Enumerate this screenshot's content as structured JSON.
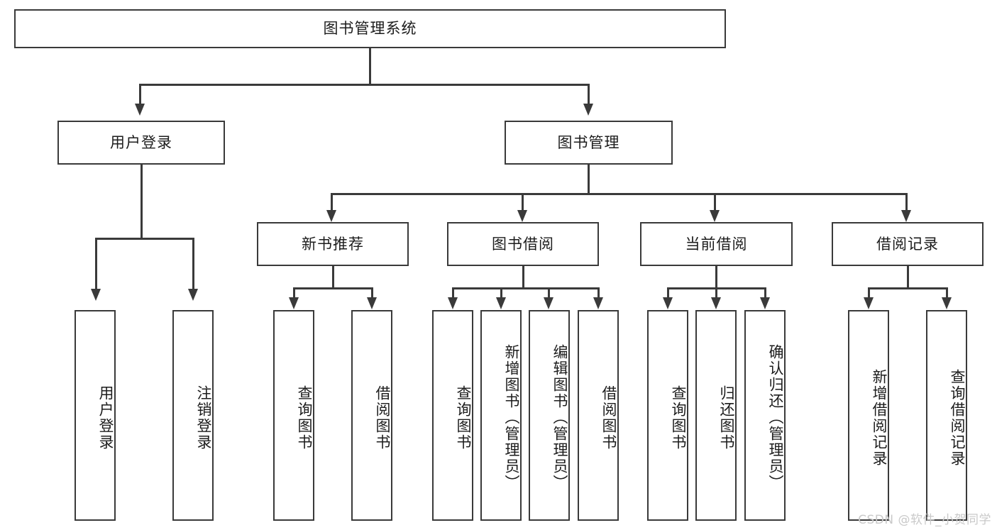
{
  "diagram": {
    "title": "图书管理系统",
    "watermark": "CSDN @软件_小贺同学",
    "colors": {
      "stroke": "#3a3a3a",
      "box_fill": "#ffffff",
      "text": "#1c1c1c",
      "watermark": "#c9c9c9",
      "background": "#ffffff"
    },
    "level1": {
      "root_label": "图书管理系统"
    },
    "level2": [
      {
        "label": "用户登录"
      },
      {
        "label": "图书管理"
      }
    ],
    "level3": [
      {
        "label": "新书推荐"
      },
      {
        "label": "图书借阅"
      },
      {
        "label": "当前借阅"
      },
      {
        "label": "借阅记录"
      }
    ],
    "leaves": {
      "user_login": [
        {
          "label": "用户登录"
        },
        {
          "label": "注销登录"
        }
      ],
      "new_book_recommend": [
        {
          "label": "查询图书"
        },
        {
          "label": "借阅图书"
        }
      ],
      "book_borrow": [
        {
          "label": "查询图书"
        },
        {
          "label": "新增图书（管理员）"
        },
        {
          "label": "编辑图书（管理员）"
        },
        {
          "label": "借阅图书"
        }
      ],
      "current_borrow": [
        {
          "label": "查询图书"
        },
        {
          "label": "归还图书"
        },
        {
          "label": "确认归还（管理员）"
        }
      ],
      "borrow_record": [
        {
          "label": "新增借阅记录"
        },
        {
          "label": "查询借阅记录"
        }
      ]
    }
  }
}
